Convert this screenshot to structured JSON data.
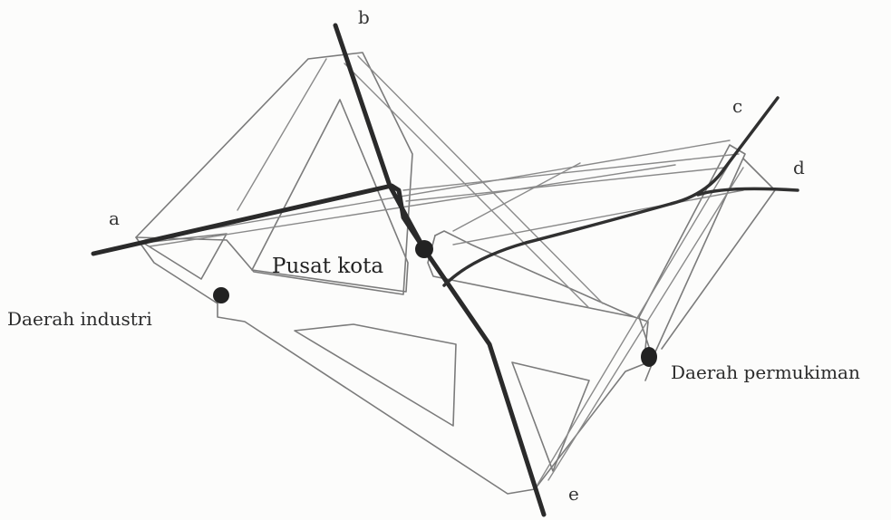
{
  "labels": {
    "a": "a",
    "b": "b",
    "c": "c",
    "d": "d",
    "e": "e",
    "city_center": "Pusat kota",
    "industrial_area": "Daerah industri",
    "residential_area": "Daerah permukiman"
  },
  "colors": {
    "background": "#fcfcfb",
    "main_road": "#2a2a2a",
    "outline": "#7b7b7b"
  }
}
